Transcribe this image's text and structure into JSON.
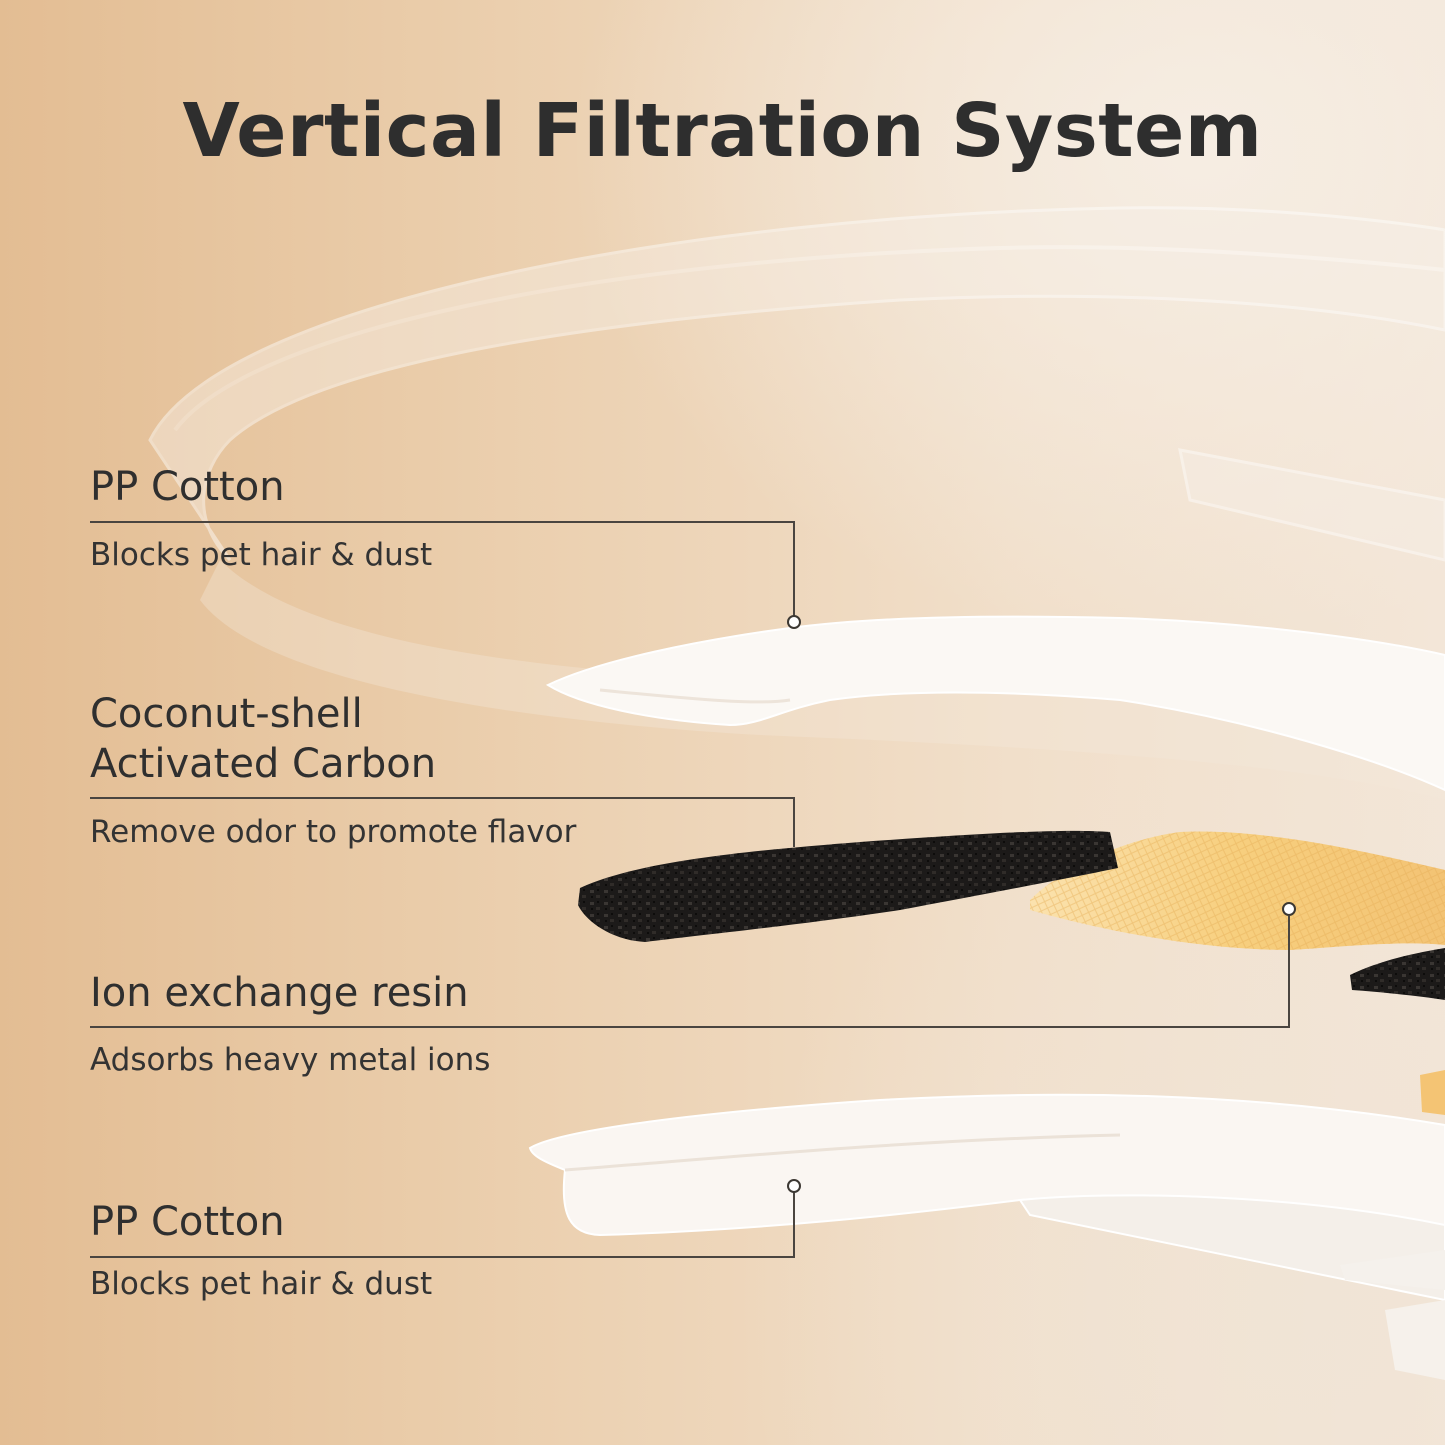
{
  "title": "Vertical Filtration System",
  "layers": [
    {
      "name": "PP Cotton",
      "description": "Blocks pet hair & dust"
    },
    {
      "name_line1": "Coconut-shell",
      "name_line2": "Activated Carbon",
      "description": "Remove odor to promote flavor"
    },
    {
      "name": "Ion exchange resin",
      "description": "Adsorbs heavy metal ions"
    },
    {
      "name": "PP Cotton",
      "description": "Blocks pet hair & dust"
    }
  ],
  "colors": {
    "background_left": "#e3bd93",
    "background_right": "#f3e6d8",
    "text": "#2e2e2e",
    "carbon": "#1e1c1b",
    "resin": "#f4c97a",
    "cotton": "#fbf8f4"
  }
}
